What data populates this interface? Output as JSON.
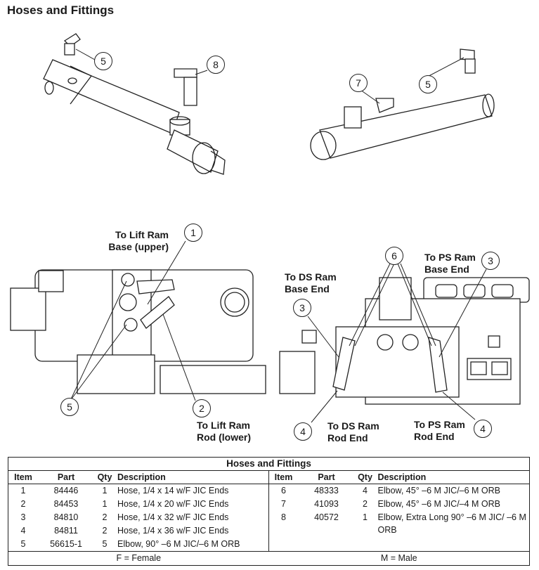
{
  "title": "Hoses and Fittings",
  "labels": {
    "lift_base": "To Lift Ram\nBase (upper)",
    "lift_rod": "To Lift Ram\nRod (lower)",
    "ds_base": "To DS Ram\nBase End",
    "ds_rod": "To DS Ram\nRod End",
    "ps_base": "To PS Ram\nBase End",
    "ps_rod": "To PS Ram\nRod End"
  },
  "callouts": [
    "5",
    "8",
    "7",
    "5",
    "1",
    "2",
    "5",
    "6",
    "3",
    "3",
    "4",
    "4"
  ],
  "table": {
    "title": "Hoses and Fittings",
    "headers": [
      "Item",
      "Part",
      "Qty",
      "Description"
    ],
    "left_rows": [
      [
        "1",
        "84446",
        "1",
        "Hose, 1/4 x 14 w/F JIC Ends"
      ],
      [
        "2",
        "84453",
        "1",
        "Hose, 1/4 x 20 w/F JIC Ends"
      ],
      [
        "3",
        "84810",
        "2",
        "Hose, 1/4 x 32 w/F JIC Ends"
      ],
      [
        "4",
        "84811",
        "2",
        "Hose, 1/4 x 36 w/F JIC Ends"
      ],
      [
        "5",
        "56615-1",
        "5",
        "Elbow, 90° –6 M JIC/–6 M ORB"
      ]
    ],
    "right_rows": [
      [
        "6",
        "48333",
        "4",
        "Elbow, 45° –6 M JIC/–6 M ORB"
      ],
      [
        "7",
        "41093",
        "2",
        "Elbow, 45° –6 M JIC/–4 M ORB"
      ],
      [
        "8",
        "40572",
        "1",
        "Elbow, Extra Long 90° –6 M JIC/ –6 M ORB"
      ]
    ],
    "footer_left": "F = Female",
    "footer_right": "M = Male"
  }
}
